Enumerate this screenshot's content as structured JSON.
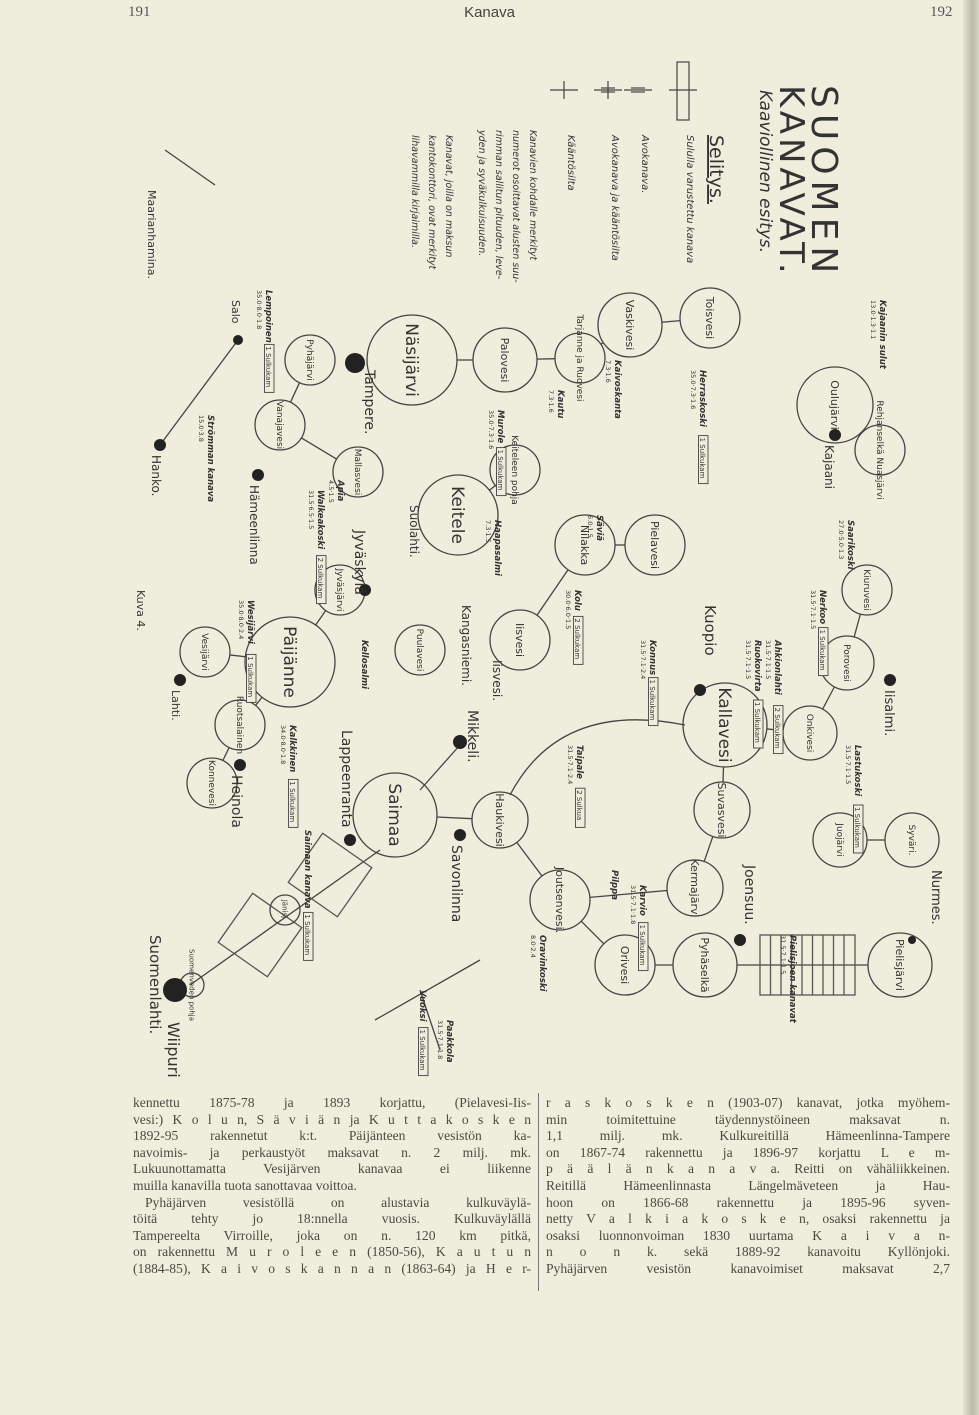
{
  "header": {
    "page_left": "191",
    "title": "Kanava",
    "page_right": "192"
  },
  "map": {
    "title_line1": "SUOMEN",
    "title_line2": "KANAVAT.",
    "subtitle": "Kaaviollinen esitys.",
    "legend": {
      "heading": "Selitys.",
      "items": [
        "Sululla varustettu kanava",
        "Avokanava.",
        "Avokanava ja kääntösilta",
        "Kääntösilta"
      ],
      "note1": [
        "Kanavien kohdalle merkityt",
        "numerot osoittavat alusten suu-",
        "rimman sallitun pituuden, leve-",
        "yden ja syväkulkuisuuden."
      ],
      "note2": [
        "Kanavat, joilla on maksun",
        "kantokonttori, ovat merkityt",
        "lihavammilla kirjaimilla."
      ]
    },
    "figure_label": "Kuva 4.",
    "lakes": [
      "Toisvesi",
      "Vaskivesi",
      "Tarjanne ja Ruovesi",
      "Palovesi",
      "Näsijärvi",
      "Pyhäjärvi",
      "Vanajavesi",
      "Mallasvesi",
      "Keiteleen pohja",
      "Keitele",
      "Nilakka",
      "Pielavesi",
      "Iisvesi",
      "Puulavesi",
      "Jyväsjärvi",
      "Päijänne",
      "Vesijärvi",
      "Ruotsalainen",
      "Konnevesi",
      "Saimaa",
      "Haukivesi",
      "Kallavesi",
      "Suvasvesi",
      "Kermajärvi",
      "Joutsenvesi.",
      "Orivesi",
      "Pyhäselkä",
      "Pielisjärvi",
      "Onkivesi",
      "Juojärvi",
      "Syväri.",
      "Oulujärvi",
      "Rehjanselkä Nuasjärvi",
      "Kiuruvesi",
      "Porovesi",
      "Jänisj.",
      "Suomenveden pohja"
    ],
    "towns": [
      "Tampere.",
      "Hämeenlinna",
      "Lahti.",
      "Heinola",
      "Jyväskylä",
      "Suolahti.",
      "Mikkeli.",
      "Lappeenranta",
      "Savonlinna",
      "Kuopio",
      "Joensuu.",
      "Kajaani",
      "Iisalmi.",
      "Nurmes.",
      "Wiipuri",
      "Hanko.",
      "Salo",
      "Maarianhamina.",
      "Kangasniemi.",
      "Iisvesi.",
      "Suomenlahti."
    ],
    "canals": [
      {
        "name": "Herraskoski",
        "dims": "35.0·7.3·1.6",
        "locks": "1 Sulkukam"
      },
      {
        "name": "Kaivoskanta",
        "dims": "7.3·1.6"
      },
      {
        "name": "Kautu",
        "dims": "7.3·1.6"
      },
      {
        "name": "Murole",
        "dims": "35.0·7.3·1.6",
        "locks": "1 Sulkukam"
      },
      {
        "name": "Lempoinen",
        "dims": "35.0·8.0·1.8",
        "locks": "1 Sulkukam"
      },
      {
        "name": "Apia",
        "dims": "4.5·1.5"
      },
      {
        "name": "Walkeakoski",
        "dims": "31.5·6.5·1.5",
        "locks": "2 Sulkukam"
      },
      {
        "name": "Strömman kanava",
        "dims": "15.0·3.8"
      },
      {
        "name": "Haapasalmi",
        "dims": "7.3·1.5"
      },
      {
        "name": "Säviä",
        "dims": "6.0·1.5"
      },
      {
        "name": "Kolu",
        "dims": "30.0·6.0·1.5",
        "locks": "2 Sulkukam"
      },
      {
        "name": "Kellosalmi",
        "dims": ""
      },
      {
        "name": "Wesijärvi",
        "dims": "35.0·8.0·2.4",
        "locks": "1 Sulkukam"
      },
      {
        "name": "Kalkkinen",
        "dims": "34.0·8.0·1.8",
        "locks": "1 Sulkukam"
      },
      {
        "name": "Taipale",
        "dims": "31.5·7.1·2.4",
        "locks": "2 Sulkua"
      },
      {
        "name": "Konnus",
        "dims": "31.5·7.1·2.4",
        "locks": "1 Sulkukam"
      },
      {
        "name": "Karvio",
        "dims": "31.5·7.1·1.8",
        "locks": "1 Sulkukam"
      },
      {
        "name": "Pilppa",
        "dims": ""
      },
      {
        "name": "Oravinkoski",
        "dims": "8.0·2.4"
      },
      {
        "name": "Nerkoo",
        "dims": "31.5·7.1·1.5",
        "locks": "1 Sulkukam"
      },
      {
        "name": "Ruokovirta",
        "dims": "31.5·7.1·1.5",
        "locks": "1 Sulkukam"
      },
      {
        "name": "Ahkionlahti",
        "dims": "31.5·7.1·1.5",
        "locks": "2 Sulkukam"
      },
      {
        "name": "Lastukoski",
        "dims": "31.5·7.1·1.5",
        "locks": "1 Sulkukam"
      },
      {
        "name": "Saarikoski",
        "dims": "27.0·5.0·1.3"
      },
      {
        "name": "Kajaanin sulut",
        "dims": "13.0·1.3·1.1"
      },
      {
        "name": "Pielisjoen kanavat",
        "dims": "31.5·7.1·1.5"
      },
      {
        "name": "Saimaan kanava",
        "dims": "",
        "locks": "1 Sulkukam"
      },
      {
        "name": "Vuoksi",
        "dims": "",
        "locks": "1 Sulkukam"
      },
      {
        "name": "Paakkola",
        "dims": "31.5·7.1·1.8"
      }
    ],
    "links": [
      [
        0,
        1
      ],
      [
        1,
        2
      ],
      [
        2,
        3
      ],
      [
        3,
        4
      ],
      [
        5,
        6
      ],
      [
        6,
        7
      ],
      [
        8,
        9
      ],
      [
        10,
        11
      ],
      [
        10,
        12
      ],
      [
        14,
        15
      ],
      [
        15,
        16
      ],
      [
        15,
        17
      ],
      [
        17,
        18
      ],
      [
        19,
        20
      ],
      [
        20,
        24
      ],
      [
        21,
        22
      ],
      [
        22,
        23
      ],
      [
        23,
        24
      ],
      [
        24,
        25
      ],
      [
        25,
        26
      ],
      [
        26,
        27
      ],
      [
        21,
        28
      ],
      [
        29,
        30
      ],
      [
        31,
        32
      ],
      [
        33,
        34
      ],
      [
        34,
        28
      ]
    ]
  },
  "body": {
    "col1": [
      "kennettu 1875-78 ja 1893 korjattu, (Pielavesi-Iis-",
      "vesi:) K o l u n,  S ä v i ä n  ja  K u t t a k o s k e n",
      "1892-95 rakennetut k:t. Päijänteen vesistön ka-",
      "navoimis- ja perkaustyöt maksavat n. 2 milj. mk.",
      "Lukuunottamatta Vesijärven kanavaa ei liikenne",
      "muilla kanavilla tuota sanottavaa voittoa.",
      "Pyhäjärven vesistöllä on alustavia kulkuväylä-",
      "töitä tehty jo 18:nnella vuosis. Kulkuväylällä",
      "Tampereelta Virroille, joka on n. 120 km pitkä,",
      "on rakennettu M u r o l e e n (1850-56), K a u t u n",
      "(1884-85), K a i v o s k a n n a n (1863-64) ja H e r-"
    ],
    "col2": [
      "r a s k o s k e n (1903-07) kanavat, jotka myöhem-",
      "min toimitettuine täydennystöineen maksavat n.",
      "1,1 milj. mk. Kulkureitillä Hämeenlinna-Tampere",
      "on 1867-74 rakennettu ja 1896-97 korjattu L e m-",
      "p ä ä l ä n  k a n a v a.  Reitti on vähäliikkeinen.",
      "Reitillä Hämeenlinnasta Längelmäveteen ja Hau-",
      "hoon on 1866-68 rakennettu ja 1895-96 syven-",
      "netty V a l k i a k o s k e n, osaksi rakennettu ja",
      "osaksi luonnonvoiman 1830 uurtama K a i v a n-",
      "n o n  k.  sekä 1889-92 kanavoitu Kyllönjoki.",
      "Pyhäjärven vesistön kanavoimiset maksavat 2,7"
    ]
  }
}
